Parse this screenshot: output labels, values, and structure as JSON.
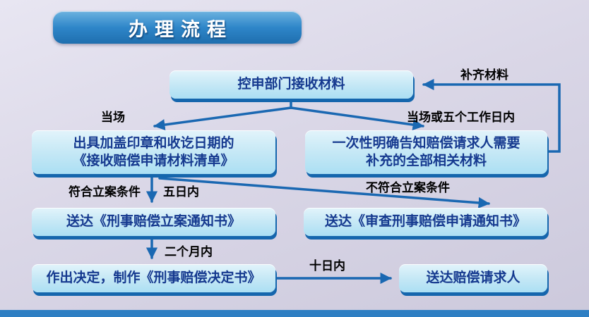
{
  "title": "办理流程",
  "colors": {
    "banner_blue": "#2e86c9",
    "box_fill": "#c3e7f5",
    "box_shadow_blue": "#1566ad",
    "box_text_blue": "#15398f",
    "arrow_blue": "#1a68b2",
    "label_black": "#000000",
    "background_lavender": "#d9d6e6"
  },
  "nodes": {
    "receive": {
      "label": "控申部门接收材料"
    },
    "issue_list": {
      "line1": "出具加盖印章和收讫日期的",
      "line2": "《接收赔偿申请材料清单》"
    },
    "inform": {
      "line1": "一次性明确告知赔偿请求人需要",
      "line2": "补充的全部相关材料"
    },
    "filing_notice": {
      "label": "送达《刑事赔偿立案通知书》"
    },
    "review_notice": {
      "label": "送达《审查刑事赔偿申请通知书》"
    },
    "decision": {
      "label": "作出决定，制作《刑事赔偿决定书》"
    },
    "deliver": {
      "label": "送达赔偿请求人"
    }
  },
  "edge_labels": {
    "on_site": "当场",
    "on_site_or_five_days": "当场或五个工作日内",
    "supplement_materials": "补齐材料",
    "meets_filing": "符合立案条件",
    "within_five_days": "五日内",
    "not_meets_filing": "不符合立案条件",
    "within_two_months": "二个月内",
    "within_ten_days": "十日内"
  }
}
